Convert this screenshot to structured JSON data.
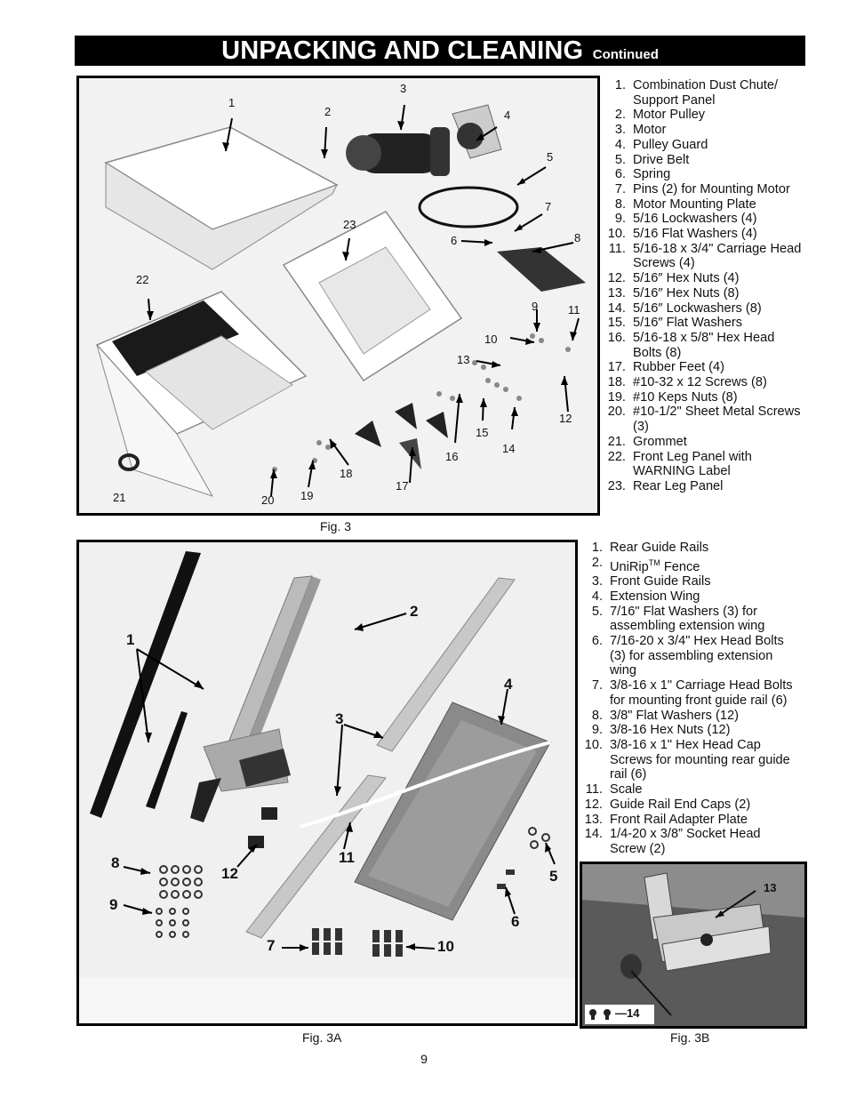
{
  "header": {
    "title": "UNPACKING AND CLEANING",
    "subtitle": "Continued"
  },
  "figures": {
    "fig3": {
      "caption": "Fig. 3",
      "callouts": [
        "1",
        "2",
        "3",
        "4",
        "5",
        "6",
        "7",
        "8",
        "9",
        "10",
        "11",
        "12",
        "13",
        "14",
        "15",
        "16",
        "17",
        "18",
        "19",
        "20",
        "21",
        "22",
        "23"
      ]
    },
    "fig3a": {
      "caption": "Fig. 3A",
      "callouts": [
        "1",
        "2",
        "3",
        "4",
        "5",
        "6",
        "7",
        "8",
        "9",
        "10",
        "11",
        "12"
      ]
    },
    "fig3b": {
      "caption": "Fig. 3B",
      "callouts": [
        "13",
        "—14"
      ]
    }
  },
  "legend3": [
    {
      "num": "1.",
      "text": "Combination Dust Chute/ Support Panel"
    },
    {
      "num": "2.",
      "text": "Motor Pulley"
    },
    {
      "num": "3.",
      "text": "Motor"
    },
    {
      "num": "4.",
      "text": "Pulley Guard"
    },
    {
      "num": "5.",
      "text": "Drive Belt"
    },
    {
      "num": "6.",
      "text": "Spring"
    },
    {
      "num": "7.",
      "text": "Pins (2) for Mounting Motor"
    },
    {
      "num": "8.",
      "text": "Motor Mounting Plate"
    },
    {
      "num": "9.",
      "text": "5/16 Lockwashers (4)"
    },
    {
      "num": "10.",
      "text": "5/16 Flat Washers (4)"
    },
    {
      "num": "11.",
      "text": "5/16-18 x 3/4\" Carriage Head Screws (4)"
    },
    {
      "num": "12.",
      "text": "5/16″ Hex Nuts (4)"
    },
    {
      "num": "13.",
      "text": "5/16″ Hex Nuts (8)"
    },
    {
      "num": "14.",
      "text": "5/16″ Lockwashers (8)"
    },
    {
      "num": "15.",
      "text": "5/16″ Flat Washers"
    },
    {
      "num": "16.",
      "text": "5/16-18 x 5/8\" Hex Head Bolts (8)"
    },
    {
      "num": "17.",
      "text": "Rubber Feet (4)"
    },
    {
      "num": "18.",
      "text": "#10-32 x 12 Screws (8)"
    },
    {
      "num": "19.",
      "text": "#10 Keps Nuts (8)"
    },
    {
      "num": "20.",
      "text": "#10-1/2\" Sheet Metal Screws (3)"
    },
    {
      "num": "21.",
      "text": "Grommet"
    },
    {
      "num": "22.",
      "text": "Front Leg Panel with WARNING Label"
    },
    {
      "num": "23.",
      "text": "Rear Leg Panel"
    }
  ],
  "legend3a": [
    {
      "num": "1.",
      "text": "Rear Guide Rails"
    },
    {
      "num": "2.",
      "text": "UniRip",
      "tm": "TM",
      "after": " Fence"
    },
    {
      "num": "3.",
      "text": "Front Guide Rails"
    },
    {
      "num": "4.",
      "text": "Extension Wing"
    },
    {
      "num": "5.",
      "text": "7/16\" Flat Washers (3) for assembling extension wing"
    },
    {
      "num": "6.",
      "text": "7/16-20 x 3/4\" Hex Head Bolts (3) for assembling extension wing"
    },
    {
      "num": "7.",
      "text": "3/8-16 x 1\" Carriage Head Bolts for mounting front guide rail  (6)"
    },
    {
      "num": "8.",
      "text": "3/8\" Flat Washers (12)"
    },
    {
      "num": "9.",
      "text": "3/8-16 Hex Nuts (12)"
    },
    {
      "num": "10.",
      "text": "3/8-16 x 1\" Hex Head Cap Screws for mounting rear guide rail (6)"
    },
    {
      "num": "11.",
      "text": "Scale"
    },
    {
      "num": "12.",
      "text": "Guide Rail End Caps (2)"
    },
    {
      "num": "13.",
      "text": "Front Rail Adapter Plate"
    },
    {
      "num": "14.",
      "text": "1/4-20 x 3/8” Socket Head Screw (2)"
    }
  ],
  "page_number": "9"
}
